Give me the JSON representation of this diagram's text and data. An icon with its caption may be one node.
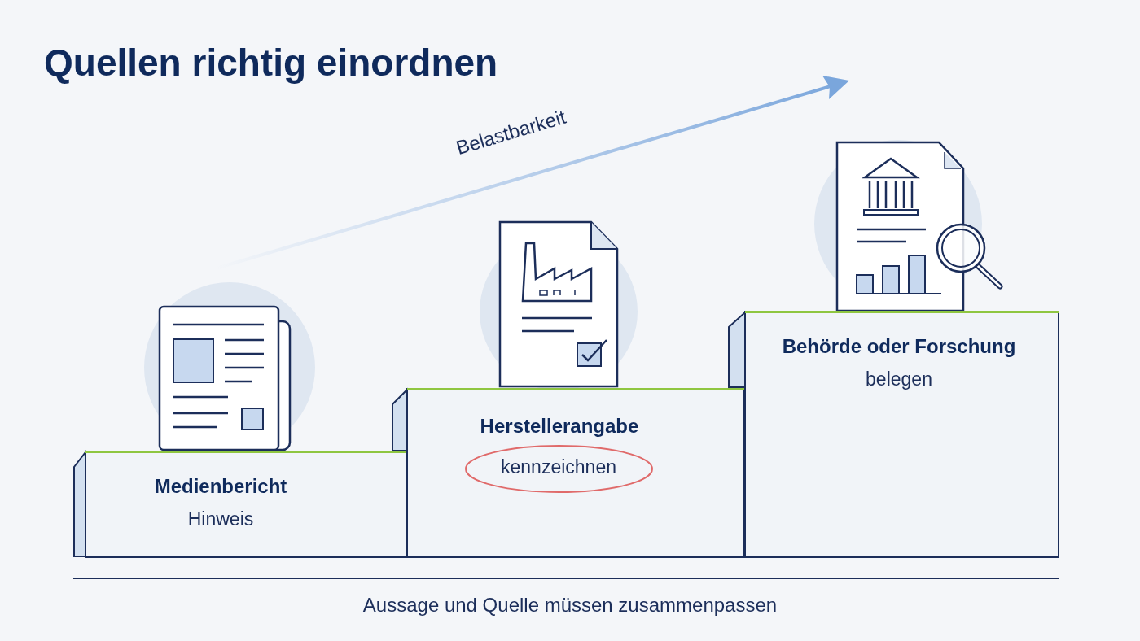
{
  "diagram": {
    "title": "Quellen richtig einordnen",
    "caption": "Aussage und Quelle müssen zusammenpassen",
    "nodes": [
      {
        "text": [
          "Medienbericht",
          "Hinweis"
        ]
      },
      {
        "text": [
          "Herstellerangabe"
        ]
      },
      {
        "text": [
          "kennzeichnen"
        ],
        "in": 1
      },
      {
        "text": [
          "Behörde oder Forschung",
          "belegen"
        ]
      }
    ],
    "labels": [
      "Belastbarkeit"
    ]
  }
}
